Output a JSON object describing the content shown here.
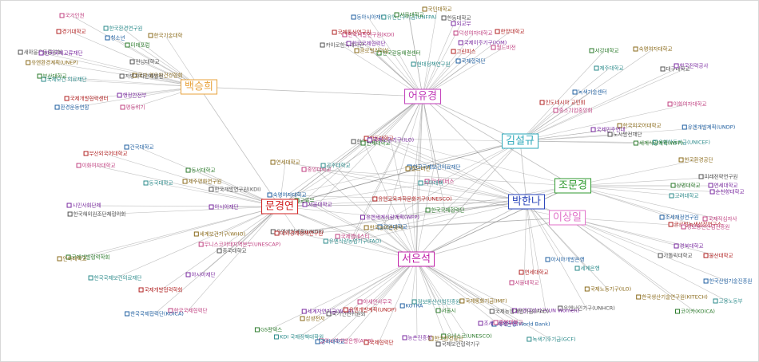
{
  "hubs": [
    {
      "id": "baek",
      "label": "백승희",
      "color": "#e8a33d"
    },
    {
      "id": "eo",
      "label": "어유경",
      "color": "#c03ab8"
    },
    {
      "id": "kim",
      "label": "김설규",
      "color": "#2aa7b9"
    },
    {
      "id": "jo",
      "label": "조문경",
      "color": "#2f9a2f"
    },
    {
      "id": "park",
      "label": "박한나",
      "color": "#2440b8"
    },
    {
      "id": "lee",
      "label": "이상일",
      "color": "#e070c8"
    },
    {
      "id": "moon",
      "label": "문경연",
      "color": "#d02020"
    },
    {
      "id": "seo",
      "label": "서은석",
      "color": "#c020a8"
    }
  ],
  "nodes": {
    "baek": [
      "국가 영유아건강협회",
      "지방자치단체발전",
      "행정안전부",
      "평등위기",
      "국제개발협력센터",
      "환경운동연합",
      "국제보건 의료재단",
      "부산대학교",
      "유엔환경계획(UNEP)",
      "새마을운동중앙회",
      "한국국제교류재단",
      "국가인권",
      "경기대학교",
      "청소년",
      "한국환경연구원",
      "미래포럼",
      "한국기술대학",
      "전남대학교"
    ],
    "eo": [
      "국제이주기구(IOM)",
      "월드비전",
      "그린피스",
      "국제협력단",
      "현대정책연구원",
      "한국갈등해결센터",
      "글로벌리더십",
      "카이로한국대사관",
      "한국국제협력단",
      "한국개발연구원(KDI)",
      "국제통상연구원",
      "동아시아재단",
      "유엔인구기금(UNFPA)",
      "서울대학교",
      "국민대학교",
      "한동대학교",
      "외교부",
      "덕성여자대학교",
      "한양대학교"
    ],
    "kim": [
      "유엔개발계획(UNDP)",
      "유엔아동기금(UNICEF)",
      "세계식량계획(WFP)",
      "한국외국어대학교",
      "노사발전재단",
      "국제민주연대",
      "중소기업중앙회",
      "인도네시아 교민회",
      "녹색기술센터",
      "제주대학교",
      "서강대학교",
      "숙명여자대학교",
      "대구대학교",
      "한국전력공사",
      "이화여자대학교"
    ],
    "jo": [
      "순천향대학교",
      "국제적십자사",
      "글로벌녹색성장연구소",
      "조세재정연구원",
      "고려대학교",
      "상명대학교",
      "한국환경공단",
      "미래전략연구원",
      "연세대학교"
    ],
    "park": [
      "국제노동기구(ILO)",
      "유엔난민기구(UNHCR)",
      "유엔여성기구(UN Women)",
      "서울대학교",
      "연세대학교",
      "아시아개발은행",
      "세계은행"
    ],
    "lee": [
      "한국산업기술진흥원",
      "고용노동부",
      "코이카(KOICA)",
      "한국생산기술연구원(KITECH)",
      "가톨릭대학교",
      "경북대학교",
      "정보통신산업진흥원",
      "울산대학교"
    ],
    "moon": [
      "세계보건기구(WHO)",
      "중국대학교",
      "아시아재단",
      "한국국제협력단",
      "국제개발협력학회",
      "한국국제협력단(KOICA)",
      "한국국제보건의료재단",
      "국제개발협력학회",
      "인하대학교",
      "한국해외원조단체협의회",
      "시민사회단체",
      "이화여자대학교",
      "부산외국어대학교",
      "건국대학교",
      "동국대학교",
      "동서대학교",
      "제주평화연구원",
      "한국개발연구원(KDI)",
      "아시아재단",
      "무니스코아태지역본부(UNESCAP)"
    ],
    "seo": [
      "세계은행(World Bank)",
      "녹색기후기금(GCF)",
      "유네스코(UNESCO)",
      "한국환경공단",
      "국제보건협력기구",
      "농촌진흥청",
      "아시아개발은행(ADB)",
      "국제협력단",
      "경희대학교",
      "KDI 국제정책대학원",
      "GS칼텍스",
      "삼성전자",
      "국가인권위원회",
      "세계자연기금(WWF)",
      "아세안사무국",
      "유엔개발계획(UNDP)",
      "KOTRA",
      "정보통신산업진흥원",
      "서울시",
      "국제통화기금(IMF)",
      "국제농업개발기금(IFAD)",
      "조세재정연구원",
      "중앙대학교"
    ],
    "shared": [
      "유엔교육과학문화기구(UNESCO)",
      "한국국제협력단",
      "유엔세계식량계획(WFP)",
      "강원대학교",
      "한국농어촌공사",
      "국제엠네스티",
      "유엔식량농업기구(FAO)",
      "유엔개발계획(UNDP)",
      "대외경제정책연구원",
      "교육부",
      "서울대학교",
      "숙명여자대학교",
      "연세대학교",
      "중앙대학교",
      "공주대학교",
      "한국외대",
      "한동대학교",
      "인제대학교",
      "국제노동기구(ILO)",
      "한국국제보건의료재단",
      "월드비전",
      "굿네이버스",
      "기아대책"
    ]
  },
  "colors": {
    "edge": "#8c8c8c"
  }
}
